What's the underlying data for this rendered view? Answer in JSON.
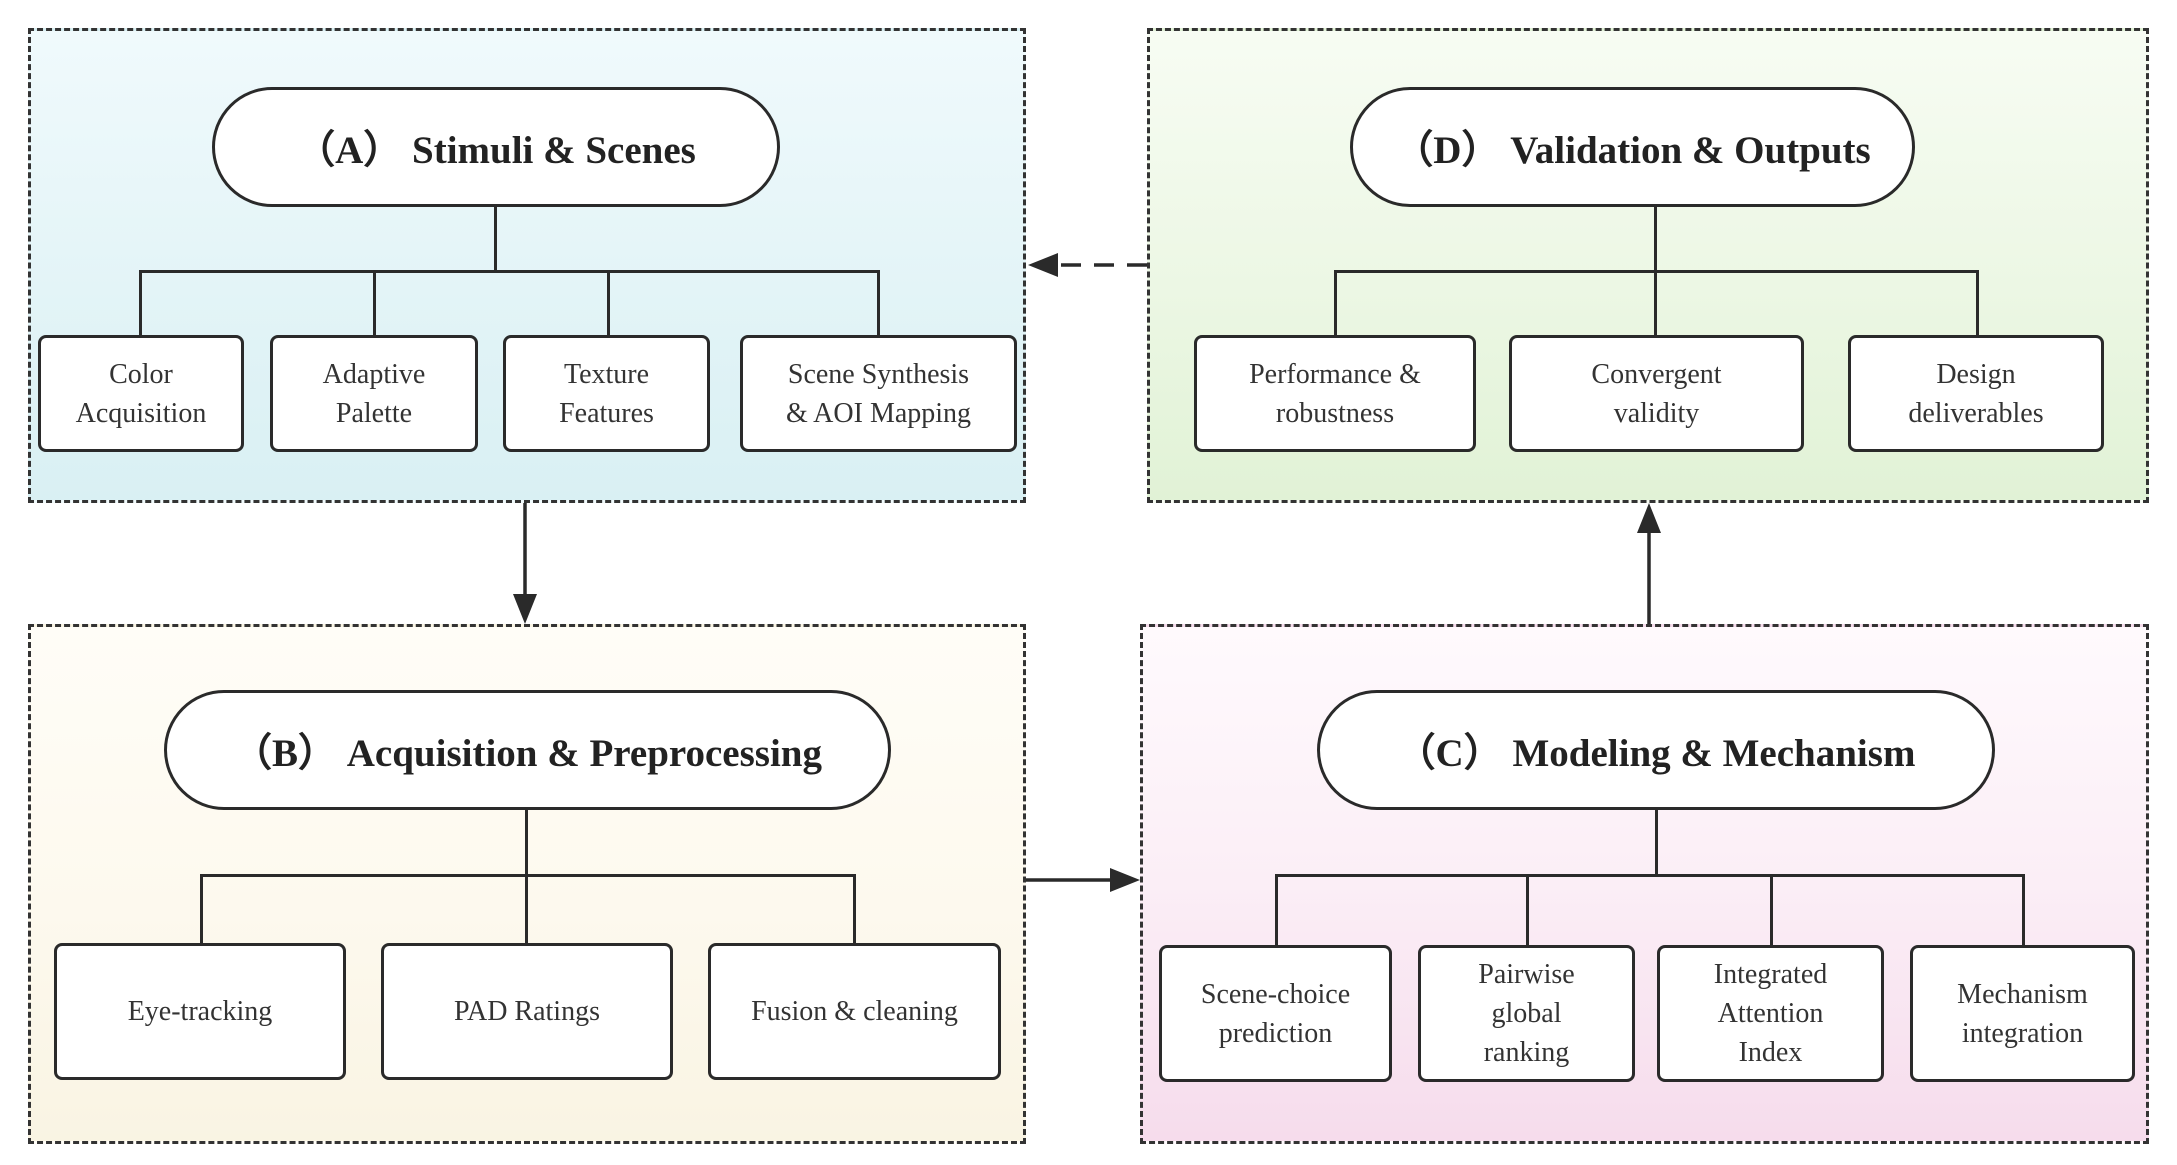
{
  "panels": {
    "a": {
      "title": "（A） Stimuli & Scenes",
      "items": [
        "Color\nAcquisition",
        "Adaptive\nPalette",
        "Texture\nFeatures",
        "Scene Synthesis\n& AOI Mapping"
      ]
    },
    "b": {
      "title": "（B） Acquisition & Preprocessing",
      "items": [
        "Eye-tracking",
        "PAD Ratings",
        "Fusion & cleaning"
      ]
    },
    "c": {
      "title": "（C） Modeling & Mechanism",
      "items": [
        "Scene-choice\nprediction",
        "Pairwise\nglobal\nranking",
        "Integrated\nAttention\nIndex",
        "Mechanism\nintegration"
      ]
    },
    "d": {
      "title": "（D） Validation & Outputs",
      "items": [
        "Performance &\nrobustness",
        "Convergent\nvalidity",
        "Design\ndeliverables"
      ]
    }
  },
  "colors": {
    "panel_a_bg": "#dff2f5",
    "panel_b_bg": "#fbf6e8",
    "panel_c_bg": "#f8e2ef",
    "panel_d_bg": "#e6f5dc",
    "line": "#2a2a2a"
  }
}
